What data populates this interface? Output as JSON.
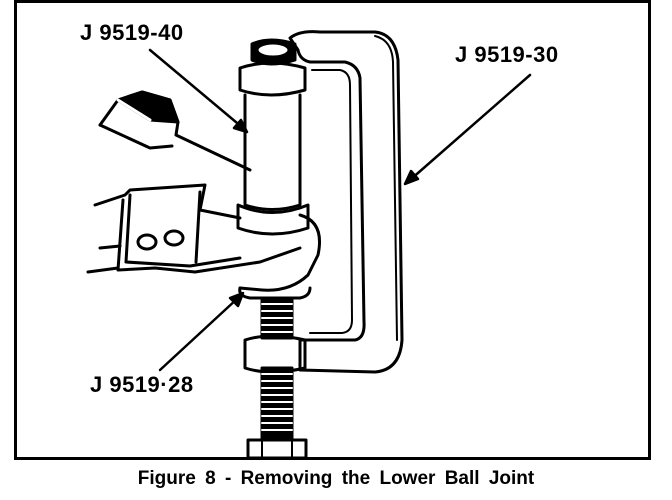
{
  "figure": {
    "callouts": {
      "upper_tool": "J 9519-40",
      "frame_tool": "J 9519-30",
      "lower_tool": "J 9519·28"
    },
    "caption": "Figure  8 - Removing  the  Lower  Ball  Joint"
  },
  "colors": {
    "ink": "#000000",
    "paper": "#ffffff"
  }
}
